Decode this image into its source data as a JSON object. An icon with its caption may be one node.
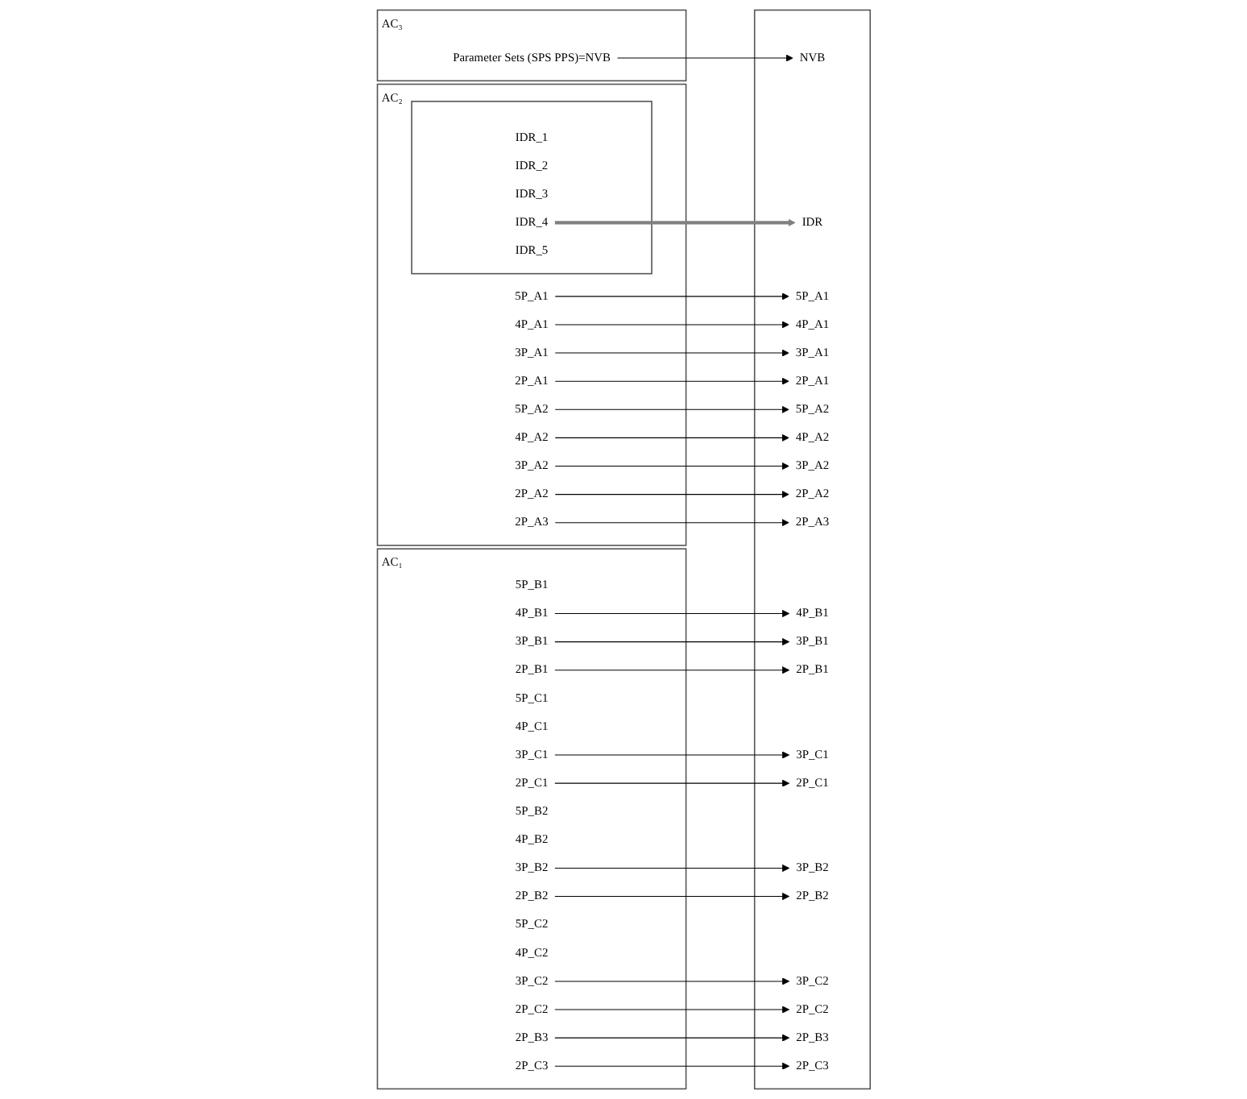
{
  "diagram": {
    "nodes": [
      {
        "text": [
          "AC₃"
        ]
      },
      {
        "text": [
          "Parameter Sets (SPS PPS)=NVB"
        ],
        "in": 0
      },
      {
        "text": [
          "AC₂"
        ]
      },
      {
        "text": [
          "5P_A1"
        ],
        "in": 2
      },
      {
        "text": [
          "4P_A1"
        ],
        "in": 2
      },
      {
        "text": [
          "3P_A1"
        ],
        "in": 2
      },
      {
        "text": [
          "2P_A1"
        ],
        "in": 2
      },
      {
        "text": [
          "5P_A2"
        ],
        "in": 2
      },
      {
        "text": [
          "4P_A2"
        ],
        "in": 2
      },
      {
        "text": [
          "3P_A2"
        ],
        "in": 2
      },
      {
        "text": [
          "2P_A2"
        ],
        "in": 2
      },
      {
        "text": [
          "2P_A3"
        ],
        "in": 2
      },
      {
        "text": [],
        "shape": "box",
        "in": 2
      },
      {
        "text": [
          "IDR_1"
        ],
        "in": 12
      },
      {
        "text": [
          "IDR_2"
        ],
        "in": 12
      },
      {
        "text": [
          "IDR_3"
        ],
        "in": 12
      },
      {
        "text": [
          "IDR_4"
        ],
        "in": 12
      },
      {
        "text": [
          "IDR_5"
        ],
        "in": 12
      },
      {
        "text": [
          "AC₁"
        ]
      },
      {
        "text": [
          "5P_B1"
        ],
        "in": 18
      },
      {
        "text": [
          "4P_B1"
        ],
        "in": 18
      },
      {
        "text": [
          "3P_B1"
        ],
        "in": 18
      },
      {
        "text": [
          "2P_B1"
        ],
        "in": 18
      },
      {
        "text": [
          "5P_C1"
        ],
        "in": 18
      },
      {
        "text": [
          "4P_C1"
        ],
        "in": 18
      },
      {
        "text": [
          "3P_C1"
        ],
        "in": 18
      },
      {
        "text": [
          "2P_C1"
        ],
        "in": 18
      },
      {
        "text": [
          "5P_B2"
        ],
        "in": 18
      },
      {
        "text": [
          "4P_B2"
        ],
        "in": 18
      },
      {
        "text": [
          "3P_B2"
        ],
        "in": 18
      },
      {
        "text": [
          "2P_B2"
        ],
        "in": 18
      },
      {
        "text": [
          "5P_C2"
        ],
        "in": 18
      },
      {
        "text": [
          "4P_C2"
        ],
        "in": 18
      },
      {
        "text": [
          "3P_C2"
        ],
        "in": 18
      },
      {
        "text": [
          "2P_C2"
        ],
        "in": 18
      },
      {
        "text": [
          "2P_B3"
        ],
        "in": 18
      },
      {
        "text": [
          "2P_C3"
        ],
        "in": 18
      },
      {
        "text": [],
        "shape": "box"
      },
      {
        "text": [
          "NVB"
        ],
        "in": 37
      },
      {
        "text": [
          "IDR"
        ],
        "in": 37
      },
      {
        "text": [
          "2P_A1"
        ],
        "in": 37
      },
      {
        "text": [
          "2P_B1"
        ],
        "in": 37
      },
      {
        "text": [
          "2P_A2"
        ],
        "in": 37
      },
      {
        "text": [
          "2P_A3"
        ],
        "in": 37
      },
      {
        "text": [
          "2P_C1"
        ],
        "in": 37
      },
      {
        "text": [
          "3P_A1"
        ],
        "in": 37
      },
      {
        "text": [
          "3P_A2"
        ],
        "in": 37
      },
      {
        "text": [
          "2P_B2"
        ],
        "in": 37
      },
      {
        "text": [
          "2P_C2"
        ],
        "in": 37
      },
      {
        "text": [
          "2P_B3"
        ],
        "in": 37
      },
      {
        "text": [
          "2P_C3"
        ],
        "in": 37
      },
      {
        "text": [
          "4P_A1"
        ],
        "in": 37
      },
      {
        "text": [
          "3P_B1"
        ],
        "in": 37
      },
      {
        "text": [
          "4P_A2"
        ],
        "in": 37
      },
      {
        "text": [
          "3P_C1"
        ],
        "in": 37
      },
      {
        "text": [
          "3P_B2"
        ],
        "in": 37
      },
      {
        "text": [
          "3P_C2"
        ],
        "in": 37
      },
      {
        "text": [
          "5P_A1"
        ],
        "in": 37
      },
      {
        "text": [
          "5P_A2"
        ],
        "in": 37
      },
      {
        "text": [
          "4P_B1"
        ],
        "in": 37
      }
    ],
    "edges": [
      {
        "from": 1,
        "to": 38,
        "arrow": "to"
      },
      {
        "from": 16,
        "to": 39,
        "arrow": "to",
        "style": "thick",
        "color": "#808080"
      },
      {
        "from": 6,
        "to": 40,
        "arrow": "to"
      },
      {
        "from": 22,
        "to": 41,
        "arrow": "to"
      },
      {
        "from": 10,
        "to": 42,
        "arrow": "to"
      },
      {
        "from": 11,
        "to": 43,
        "arrow": "to"
      },
      {
        "from": 26,
        "to": 44,
        "arrow": "to"
      },
      {
        "from": 5,
        "to": 45,
        "arrow": "to"
      },
      {
        "from": 9,
        "to": 46,
        "arrow": "to"
      },
      {
        "from": 30,
        "to": 47,
        "arrow": "to"
      },
      {
        "from": 34,
        "to": 48,
        "arrow": "to"
      },
      {
        "from": 35,
        "to": 49,
        "arrow": "to"
      },
      {
        "from": 36,
        "to": 50,
        "arrow": "to"
      },
      {
        "from": 4,
        "to": 51,
        "arrow": "to"
      },
      {
        "from": 21,
        "to": 52,
        "arrow": "to"
      },
      {
        "from": 8,
        "to": 53,
        "arrow": "to"
      },
      {
        "from": 25,
        "to": 54,
        "arrow": "to"
      },
      {
        "from": 29,
        "to": 55,
        "arrow": "to"
      },
      {
        "from": 33,
        "to": 56,
        "arrow": "to"
      },
      {
        "from": 3,
        "to": 57,
        "arrow": "to"
      },
      {
        "from": 7,
        "to": 58,
        "arrow": "to"
      },
      {
        "from": 20,
        "to": 59,
        "arrow": "to"
      }
    ]
  }
}
